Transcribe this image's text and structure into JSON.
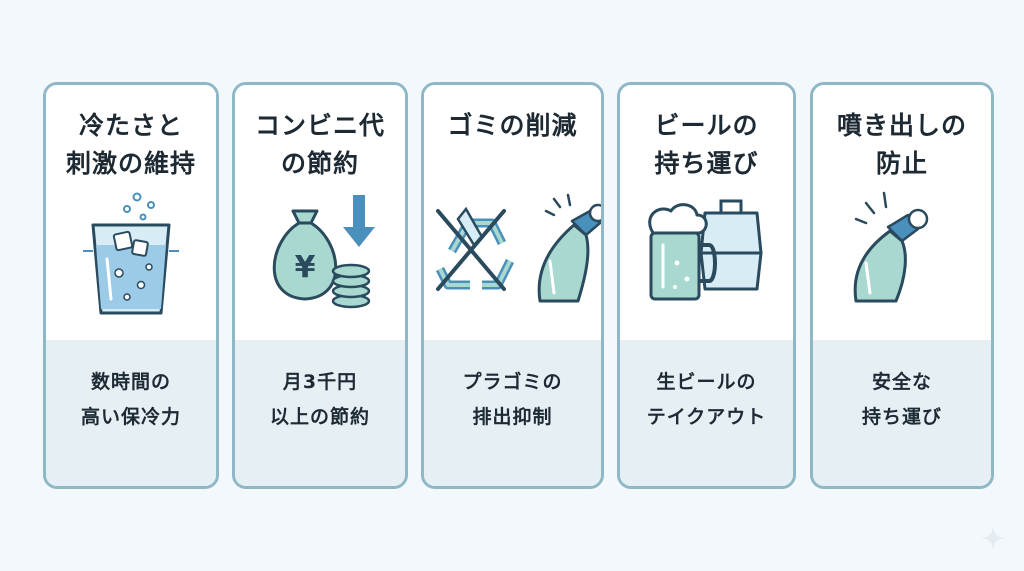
{
  "colors": {
    "background": "#f2f8fc",
    "card_border": "#8fb8c6",
    "card_bottom": "#e5eff4",
    "accent_blue": "#4a90bd",
    "accent_green": "#a8d8cf",
    "outline": "#2a4a5e",
    "text": "#1e2a33"
  },
  "cards": [
    {
      "title": "冷たさと\n刺激の維持",
      "icon": "cold-drink-glass-icon",
      "description": "数時間の\n高い保冷力"
    },
    {
      "title": "コンビニ代\nの節約",
      "icon": "money-bag-yen-icon",
      "description": "月3千円\n以上の節約"
    },
    {
      "title": "ゴミの削減",
      "icon": "no-recycle-bottle-icon",
      "description": "プラゴミの\n排出抑制"
    },
    {
      "title": "ビールの\n持ち運び",
      "icon": "beer-mug-takeout-icon",
      "description": "生ビールの\nテイクアウト"
    },
    {
      "title": "噴き出しの\n防止",
      "icon": "bottle-cap-pop-icon",
      "description": "安全な\n持ち運び"
    }
  ]
}
